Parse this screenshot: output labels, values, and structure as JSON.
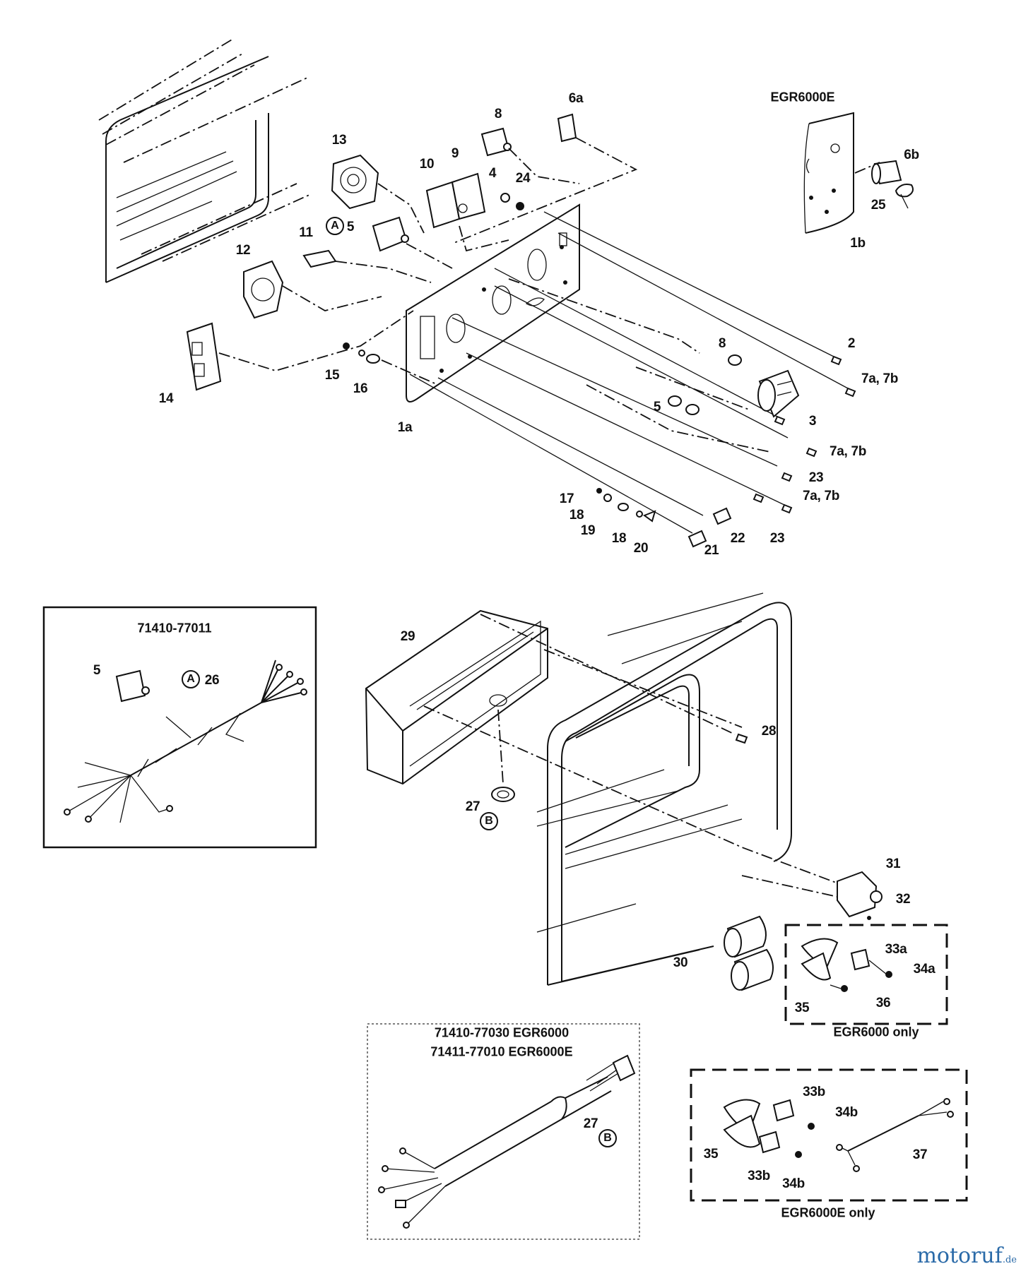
{
  "models": {
    "egr6000e_header": "EGR6000E",
    "egr6000_only": "EGR6000 only",
    "egr6000e_only": "EGR6000E only"
  },
  "kits": {
    "harness_kit": "71410-77011",
    "cord_kit_line1": "71410-77030 EGR6000",
    "cord_kit_line2": "71411-77010 EGR6000E"
  },
  "callouts": {
    "c_1a": "1a",
    "c_1b": "1b",
    "c_2": "2",
    "c_3": "3",
    "c_4": "4",
    "c_5_switch": "5",
    "c_5_washer": "5",
    "c_5_kit": "5",
    "c_6a": "6a",
    "c_6b": "6b",
    "c_7_a": "7a, 7b",
    "c_7_b": "7a, 7b",
    "c_7_c": "7a, 7b",
    "c_8_top": "8",
    "c_8_mid": "8",
    "c_9": "9",
    "c_10": "10",
    "c_11": "11",
    "c_12": "12",
    "c_13": "13",
    "c_14": "14",
    "c_15": "15",
    "c_16": "16",
    "c_17": "17",
    "c_18_a": "18",
    "c_18_b": "18",
    "c_19": "19",
    "c_20": "20",
    "c_21": "21",
    "c_22": "22",
    "c_23_a": "23",
    "c_23_b": "23",
    "c_24": "24",
    "c_25": "25",
    "c_26": "26",
    "c_27_a": "27",
    "c_27_b": "27",
    "c_28": "28",
    "c_29": "29",
    "c_30": "30",
    "c_31": "31",
    "c_32": "32",
    "c_33a": "33a",
    "c_33b_a": "33b",
    "c_33b_b": "33b",
    "c_34a": "34a",
    "c_34b_a": "34b",
    "c_34b_b": "34b",
    "c_35_a": "35",
    "c_35_b": "35",
    "c_36": "36",
    "c_37": "37"
  },
  "ref_markers": {
    "A_top": "A",
    "A_kit": "A",
    "B_mid": "B",
    "B_cord": "B"
  },
  "watermark": {
    "brand": "motoruf",
    "tld": ".de"
  }
}
